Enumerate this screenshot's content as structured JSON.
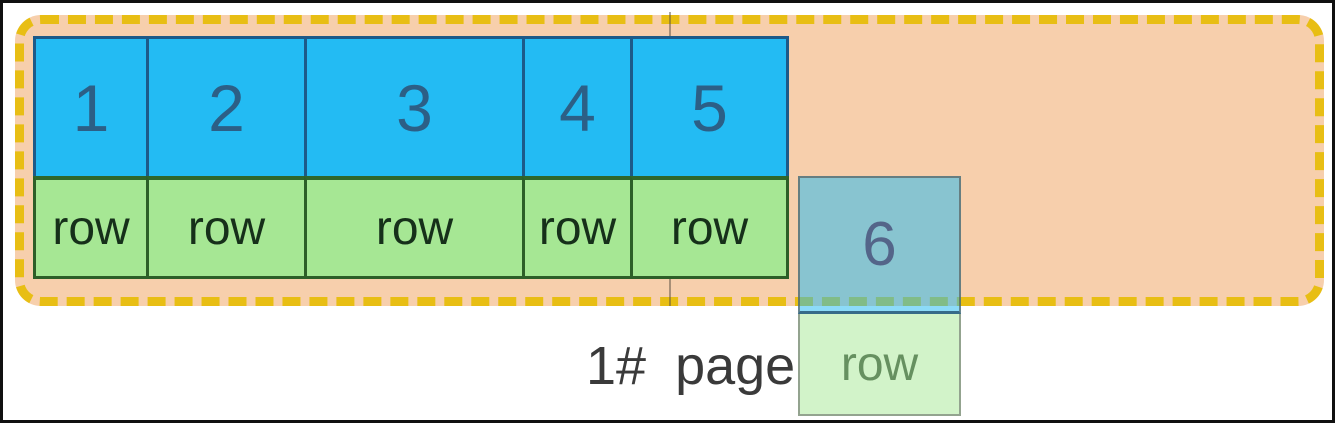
{
  "diagram": {
    "page_label": "1# page",
    "table": {
      "columns": [
        {
          "header": "1",
          "cell": "row"
        },
        {
          "header": "2",
          "cell": "row"
        },
        {
          "header": "3",
          "cell": "row"
        },
        {
          "header": "4",
          "cell": "row"
        },
        {
          "header": "5",
          "cell": "row"
        }
      ],
      "overflow_column": {
        "header": "6",
        "cell": "row"
      }
    },
    "colors": {
      "header_blue": "#23BBF3",
      "header_border_navy": "#1D5A88",
      "header_number_blue": "#2C5F86",
      "row_green": "#A6E794",
      "row_border_green": "#2D5F28",
      "row_text_dark": "#16301A",
      "page_fill_peach": "#F7CFAC",
      "dash_gold": "#E8BE14",
      "overflow_teal": "#8ECBD8",
      "label_gray": "#3A3A3A",
      "frame_black": "#101010"
    }
  }
}
